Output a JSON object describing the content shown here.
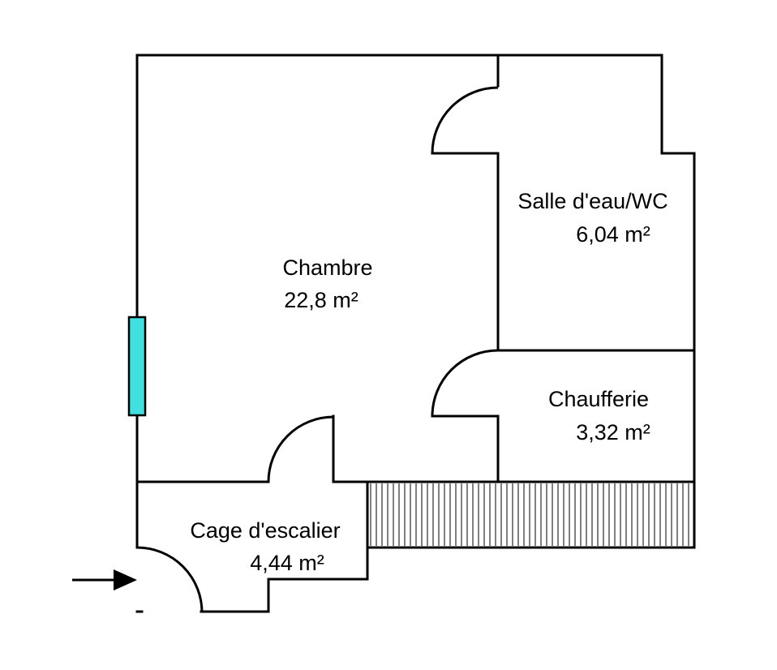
{
  "rooms": [
    {
      "id": "chambre",
      "name": "Chambre",
      "area": "22,8  m²"
    },
    {
      "id": "salle-eau",
      "name": "Salle d'eau/WC",
      "area": "6,04  m²"
    },
    {
      "id": "chaufferie",
      "name": "Chaufferie",
      "area": "3,32  m²"
    },
    {
      "id": "cage",
      "name": "Cage d'escalier",
      "area": "4,44  m²"
    }
  ],
  "colors": {
    "wall": "#000000",
    "window": "#40e0e0",
    "background": "#ffffff"
  },
  "icons": {
    "entrance": "arrow-right-icon"
  }
}
